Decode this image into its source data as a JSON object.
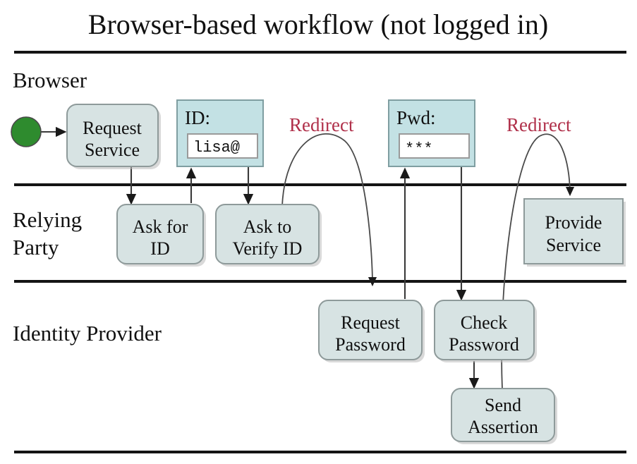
{
  "title": "Browser-based workflow (not logged in)",
  "colors": {
    "redirect_label": "#b0304a",
    "node_fill": "#d7e3e3",
    "form_fill": "#c3e1e4",
    "start_node": "#2e8b2e",
    "divider": "#141414"
  },
  "lanes": [
    {
      "id": "browser",
      "label": "Browser"
    },
    {
      "id": "relying-party",
      "label_line1": "Relying",
      "label_line2": "Party"
    },
    {
      "id": "identity-provider",
      "label": "Identity Provider"
    }
  ],
  "nodes": {
    "start": {
      "name": "start-node",
      "label": ""
    },
    "request_service": {
      "line1": "Request",
      "line2": "Service"
    },
    "id_form": {
      "field_label": "ID:",
      "field_value": "lisa@"
    },
    "pwd_form": {
      "field_label": "Pwd:",
      "field_value": "***"
    },
    "ask_for_id": {
      "line1": "Ask for",
      "line2": "ID"
    },
    "ask_to_verify_id": {
      "line1": "Ask to",
      "line2": "Verify ID"
    },
    "provide_service": {
      "line1": "Provide",
      "line2": "Service"
    },
    "request_password": {
      "line1": "Request",
      "line2": "Password"
    },
    "check_password": {
      "line1": "Check",
      "line2": "Password"
    },
    "send_assertion": {
      "line1": "Send",
      "line2": "Assertion"
    }
  },
  "edge_labels": {
    "redirect_left": "Redirect",
    "redirect_right": "Redirect"
  }
}
